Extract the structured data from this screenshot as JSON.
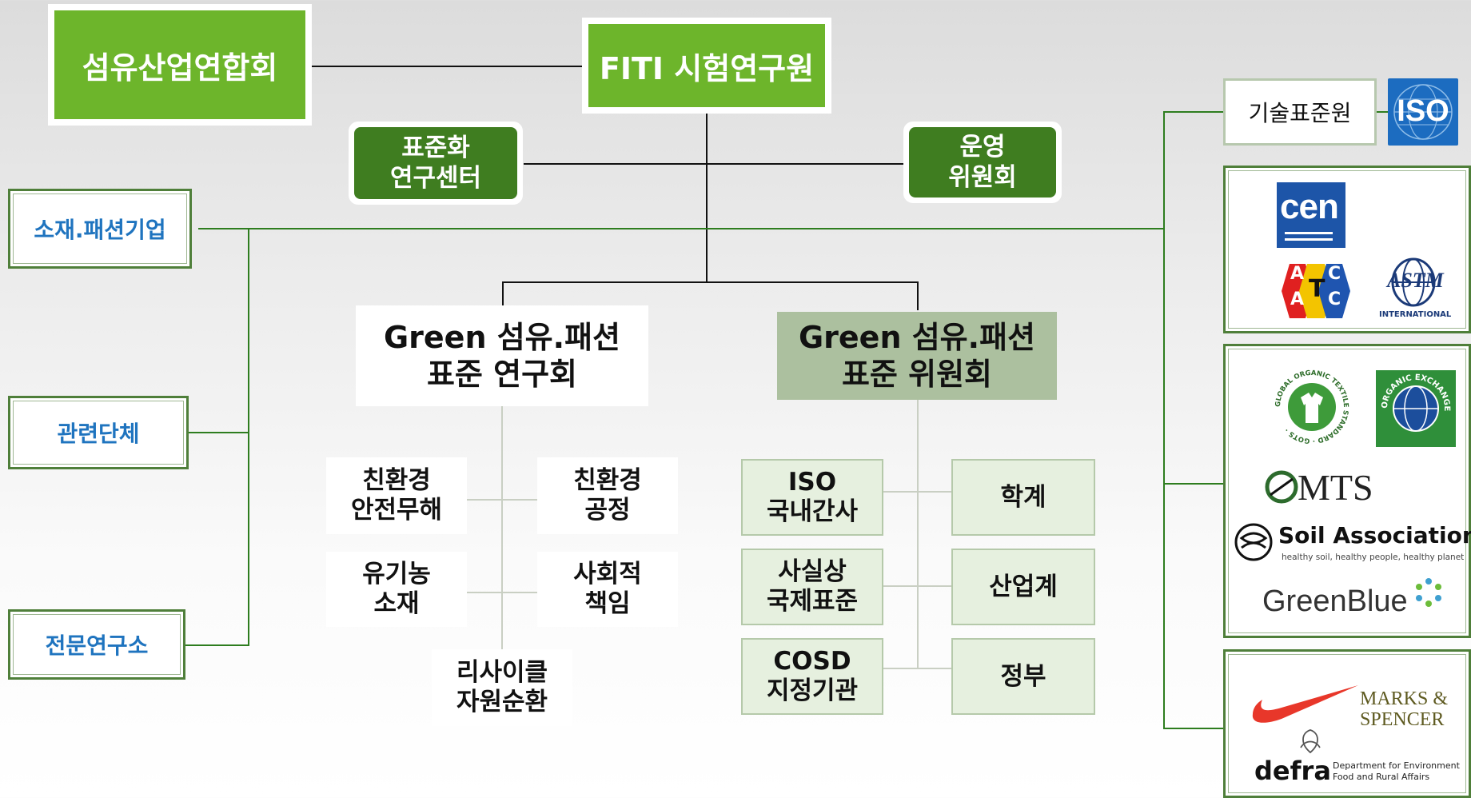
{
  "top": {
    "federation": "섬유산업연합회",
    "fiti": "FITI 시험연구원",
    "std_center": "표준화\n연구센터",
    "operating_committee": "운영\n위원회"
  },
  "left": {
    "companies": "소재.패션기업",
    "organizations": "관련단체",
    "institutes": "전문연구소"
  },
  "groups": {
    "research_group": "Green 섬유.패션\n표준 연구회",
    "committee": "Green 섬유.패션\n표준 위원회"
  },
  "research_items": [
    "친환경\n안전무해",
    "친환경\n공정",
    "유기농\n소재",
    "사회적\n책임",
    "리사이클\n자원순환"
  ],
  "committee_items": [
    "ISO\n국내간사",
    "학계",
    "사실상\n국제표준",
    "산업계",
    "COSD\n지정기관",
    "정부"
  ],
  "right": {
    "kats": "기술표준원",
    "iso": "ISO",
    "cen": "cen",
    "aatcc": [
      "A",
      "A",
      "T",
      "C",
      "C"
    ],
    "astm": "ASTM",
    "astm_sub": "INTERNATIONAL",
    "gots_ring": "GLOBAL ORGANIC TEXTILE STANDARD · GOTS ·",
    "oe_ring": "ORGANIC EXCHANGE",
    "mts": "MTS",
    "soil": "Soil Association",
    "soil_tag": "healthy soil, healthy people, healthy planet",
    "greenblue": "GreenBlue",
    "ms1": "MARKS &",
    "ms2": "SPENCER",
    "defra": "defra",
    "defra_dept1": "Department for Environment",
    "defra_dept2": "Food and Rural Affairs"
  },
  "colors": {
    "top_green": "#6db52b",
    "dark_green": "#3f7d20",
    "link_blue": "#1f74bf",
    "committee_bg": "#acc09f",
    "item_green_bg": "#e6f0df",
    "iso_blue": "#1c6cc0",
    "cen_blue": "#1d55a8",
    "nike_red": "#e8372a"
  },
  "icons": [
    "iso-logo-icon",
    "cen-logo-icon",
    "aatcc-logo-icon",
    "astm-logo-icon",
    "gots-logo-icon",
    "organic-exchange-logo-icon",
    "mts-logo-icon",
    "soil-association-logo-icon",
    "greenblue-logo-icon",
    "nike-swoosh-icon",
    "marks-spencer-logo-icon",
    "defra-logo-icon"
  ]
}
